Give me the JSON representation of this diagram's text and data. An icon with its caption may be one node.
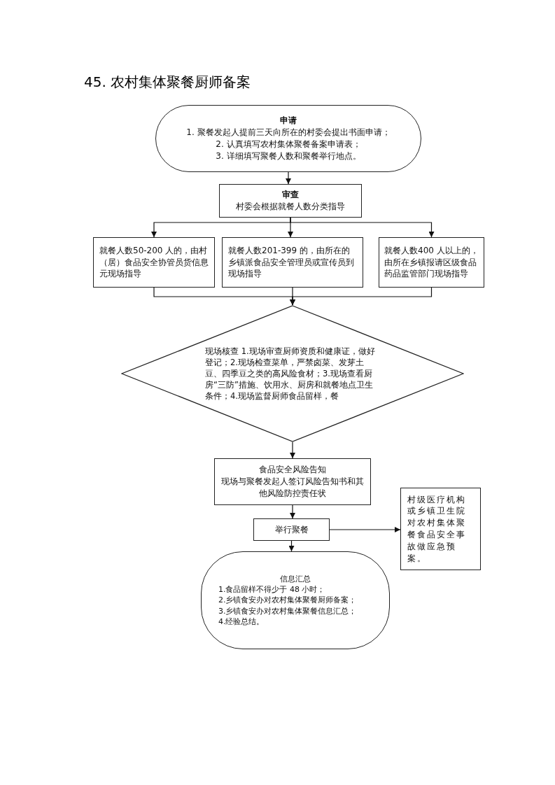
{
  "diagram": {
    "title": "45. 农村集体聚餐厨师备案",
    "nodes": [
      {
        "text": [
          "申请",
          "1. 聚餐发起人提前三天向所在的村委会提出书面申请；",
          "2. 认真填写农村集体聚餐备案申请表；",
          "3. 详细填写聚餐人数和聚餐举行地点。"
        ]
      },
      {
        "text": [
          "审查",
          "村委会根据就餐人数分类指导"
        ]
      },
      {
        "text": [
          "就餐人数50-200 人的，由村（居）食品安全协管员货信息元现场指导"
        ]
      },
      {
        "text": [
          "就餐人数201-399 的，由所在的乡镇派食品安全管理员或宣传员到现场指导"
        ]
      },
      {
        "text": [
          "就餐人数400 人以上的，由所在乡镇报请区级食品药品监管部门现场指导"
        ]
      },
      {
        "text": [
          "现场核查 1.现场审查厨师资质和健康证，做好登记；2.现场检查菜单，严禁卤菜、发芽土豆、四季豆之类的高风险食材；3.现场查看厨房“三防”措施、饮用水、厨房和就餐地点卫生条件；4.现场监督厨师食品留样，餐"
        ]
      },
      {
        "text": [
          "食品安全风险告知",
          "现场与聚餐发起人签订风险告知书和其他风险防控责任状"
        ]
      },
      {
        "text": [
          "举行聚餐"
        ]
      },
      {
        "text": [
          "村级医疗机构或乡镇卫生院对农村集体聚餐食品安全事故做应急预案。"
        ]
      },
      {
        "text": [
          "信息汇总",
          "1.食品留样不得少于 48 小时；",
          "2.乡镇食安办对农村集体聚餐厨师备案；",
          "3.乡镇食安办对农村集体聚餐信息汇总；",
          "4.经验总结。"
        ]
      }
    ],
    "edges": [
      {
        "from": 0,
        "to": 1,
        "arrow": "to"
      },
      {
        "from": 1,
        "to": 2,
        "arrow": "to"
      },
      {
        "from": 1,
        "to": 3,
        "arrow": "to"
      },
      {
        "from": 1,
        "to": 4,
        "arrow": "to"
      },
      {
        "from": 2,
        "to": 5,
        "arrow": "to"
      },
      {
        "from": 3,
        "to": 5,
        "arrow": "to"
      },
      {
        "from": 4,
        "to": 5,
        "arrow": "to"
      },
      {
        "from": 5,
        "to": 6,
        "arrow": "to"
      },
      {
        "from": 6,
        "to": 7,
        "arrow": "to"
      },
      {
        "from": 7,
        "to": 8,
        "arrow": "to"
      },
      {
        "from": 7,
        "to": 9,
        "arrow": "to"
      }
    ]
  }
}
